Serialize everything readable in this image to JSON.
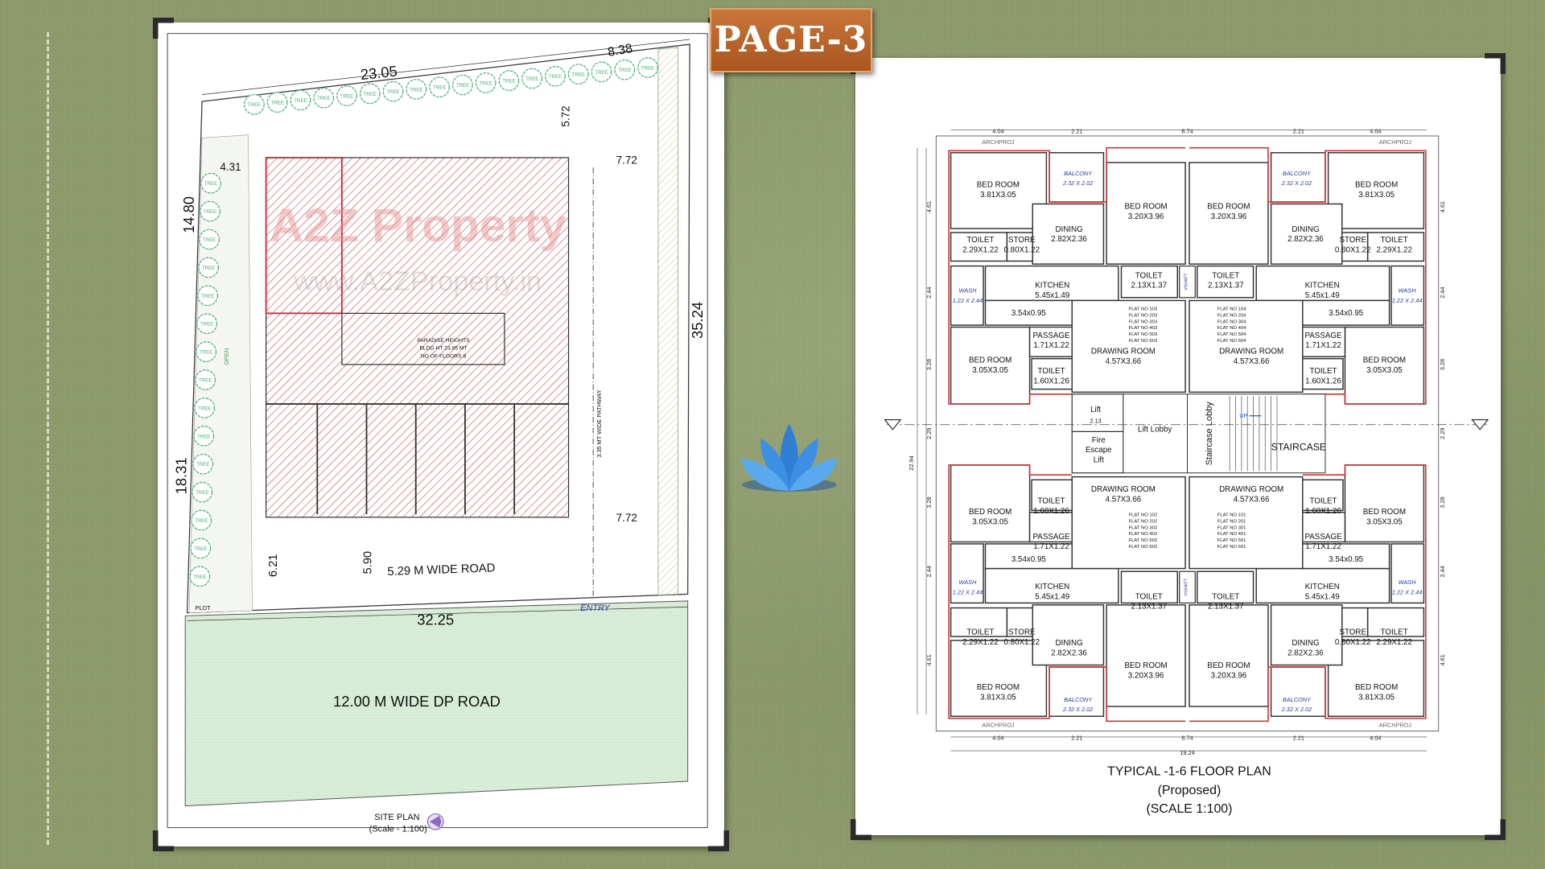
{
  "page_badge": "PAGE-3",
  "watermark": {
    "brand": "A2Z Property",
    "url": "www.A2ZProperty.in"
  },
  "colors": {
    "background": "#8e9b6b",
    "badge": "#b8652b",
    "hatch": "#d0343a",
    "road": "#d9eed9",
    "lotus": "#2f7fd6"
  },
  "site_plan": {
    "title": "SITE PLAN",
    "scale": "(Scale - 1:100)",
    "tree_label": "TREE",
    "dims": {
      "top": "23.05",
      "top_right": "8.38",
      "left_upper": "14.80",
      "left_lower": "18.31",
      "right": "35.24",
      "front_setback": "5.72",
      "side_upper": "7.72",
      "side_lower": "7.72",
      "left_setback": "4.31",
      "road_a": "6.21",
      "road_b": "5.90",
      "bottom": "32.25"
    },
    "internal_road": "5.29 M WIDE ROAD",
    "dp_road": "12.00 M WIDE DP ROAD",
    "entry": "ENTRY",
    "pathway": "3.35 MT WIDE PATHWAY",
    "open_space": "OPEN",
    "plot_label": "PLOT",
    "building_info": [
      "PARADISE HEIGHTS",
      "BLDG HT 23.85 MT",
      "NO OF FLOORS 8"
    ]
  },
  "floor_plan": {
    "title": "TYPICAL -1-6 FLOOR PLAN",
    "subtitle": "(Proposed)",
    "scale": "(SCALE 1:100)",
    "rooms": [
      {
        "name": "BED ROOM",
        "size": "3.81X3.05"
      },
      {
        "name": "BALCONY",
        "size": "2.32 X 2.02"
      },
      {
        "name": "DINING",
        "size": "2.82X2.36"
      },
      {
        "name": "TOILET",
        "size": "2.29X1.22"
      },
      {
        "name": "STORE",
        "size": "0.80X1.22"
      },
      {
        "name": "BED ROOM",
        "size": "3.20X3.96"
      },
      {
        "name": "TOILET",
        "size": "2.13X1.37"
      },
      {
        "name": "KITCHEN",
        "size": "5.45x1.49"
      },
      {
        "name": "",
        "size": "3.54x0.95"
      },
      {
        "name": "WASH",
        "size": "1.22 X 2.44"
      },
      {
        "name": "BED ROOM",
        "size": "3.05X3.05"
      },
      {
        "name": "PASSAGE",
        "size": "1.71X1.22"
      },
      {
        "name": "TOILET",
        "size": "1.60X1.26"
      },
      {
        "name": "DRAWING ROOM",
        "size": "4.57X3.66"
      }
    ],
    "flats": [
      {
        "numbers": [
          "FLAT NO 103",
          "FLAT NO 203",
          "FLAT NO 303",
          "FLAT NO 403",
          "FLAT NO 503",
          "FLAT NO 603"
        ]
      },
      {
        "numbers": [
          "FLAT NO 104",
          "FLAT NO 204",
          "FLAT NO 304",
          "FLAT NO 404",
          "FLAT NO 504",
          "FLAT NO 604"
        ]
      },
      {
        "numbers": [
          "FLAT NO 102",
          "FLAT NO 202",
          "FLAT NO 302",
          "FLAT NO 402",
          "FLAT NO 502",
          "FLAT NO 602"
        ]
      },
      {
        "numbers": [
          "FLAT NO 101",
          "FLAT NO 201",
          "FLAT NO 301",
          "FLAT NO 401",
          "FLAT NO 501",
          "FLAT NO 601"
        ]
      }
    ],
    "core": {
      "lift": "Lift",
      "lift_width": "2.13",
      "lift_lobby": "Lift Lobby",
      "fire_lift": [
        "Fire",
        "Escape",
        "Lift"
      ],
      "staircase_lobby": "Staircase Lobby",
      "staircase": "STAIRCASE",
      "up": "UP",
      "shaft": "VSHAFT"
    },
    "margin_label": "ARCHPROJ",
    "dims_horizontal": [
      "4.04",
      "2.21",
      "6.74",
      "2.21",
      "4.04"
    ],
    "dim_total_width": "19.24",
    "dims_vertical": [
      "4.61",
      "2.44",
      "3.28",
      "2.29",
      "3.28",
      "2.44",
      "4.61"
    ],
    "dim_total_height": "22.94"
  }
}
